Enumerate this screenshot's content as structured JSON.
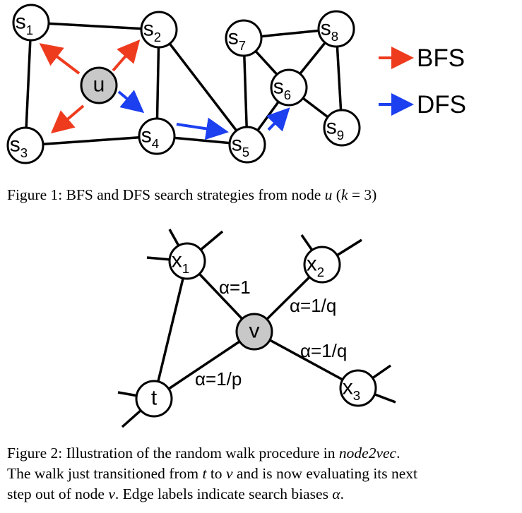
{
  "figure1": {
    "nodes": [
      {
        "id": "u",
        "base": "u",
        "sub": ""
      },
      {
        "id": "s1",
        "base": "s",
        "sub": "1"
      },
      {
        "id": "s2",
        "base": "s",
        "sub": "2"
      },
      {
        "id": "s3",
        "base": "s",
        "sub": "3"
      },
      {
        "id": "s4",
        "base": "s",
        "sub": "4"
      },
      {
        "id": "s5",
        "base": "s",
        "sub": "5"
      },
      {
        "id": "s6",
        "base": "s",
        "sub": "6"
      },
      {
        "id": "s7",
        "base": "s",
        "sub": "7"
      },
      {
        "id": "s8",
        "base": "s",
        "sub": "8"
      },
      {
        "id": "s9",
        "base": "s",
        "sub": "9"
      }
    ],
    "legend": {
      "bfs": "BFS",
      "dfs": "DFS"
    },
    "colors": {
      "bfs": "#ee3b1e",
      "dfs": "#1c3ff0",
      "u_fill": "#c8c8c8"
    },
    "caption": {
      "prefix": "Figure 1: BFS and DFS search strategies from node ",
      "var_u": "u",
      "open": " (",
      "var_k": "k",
      "rest": " = 3)"
    }
  },
  "figure2": {
    "nodes": [
      {
        "id": "v",
        "base": "v",
        "sub": ""
      },
      {
        "id": "t",
        "base": "t",
        "sub": ""
      },
      {
        "id": "x1",
        "base": "x",
        "sub": "1"
      },
      {
        "id": "x2",
        "base": "x",
        "sub": "2"
      },
      {
        "id": "x3",
        "base": "x",
        "sub": "3"
      }
    ],
    "edge_labels": {
      "x1_v": "α=1",
      "x2_v": "α=1/q",
      "x3_v": "α=1/q",
      "t_v": "α=1/p"
    },
    "colors": {
      "v_fill": "#c8c8c8"
    },
    "caption": {
      "p1": "Figure 2: Illustration of the random walk procedure in ",
      "p1_em": "node2vec",
      "p1_end": ".",
      "p2": "The walk just transitioned from ",
      "t": "t",
      "p2b": " to ",
      "v1": "v",
      "p2c": " and is now evaluating its next",
      "p3": "step out of node ",
      "v2": "v",
      "p3b": ". Edge labels indicate search biases ",
      "alpha": "α",
      "p3c": "."
    }
  }
}
